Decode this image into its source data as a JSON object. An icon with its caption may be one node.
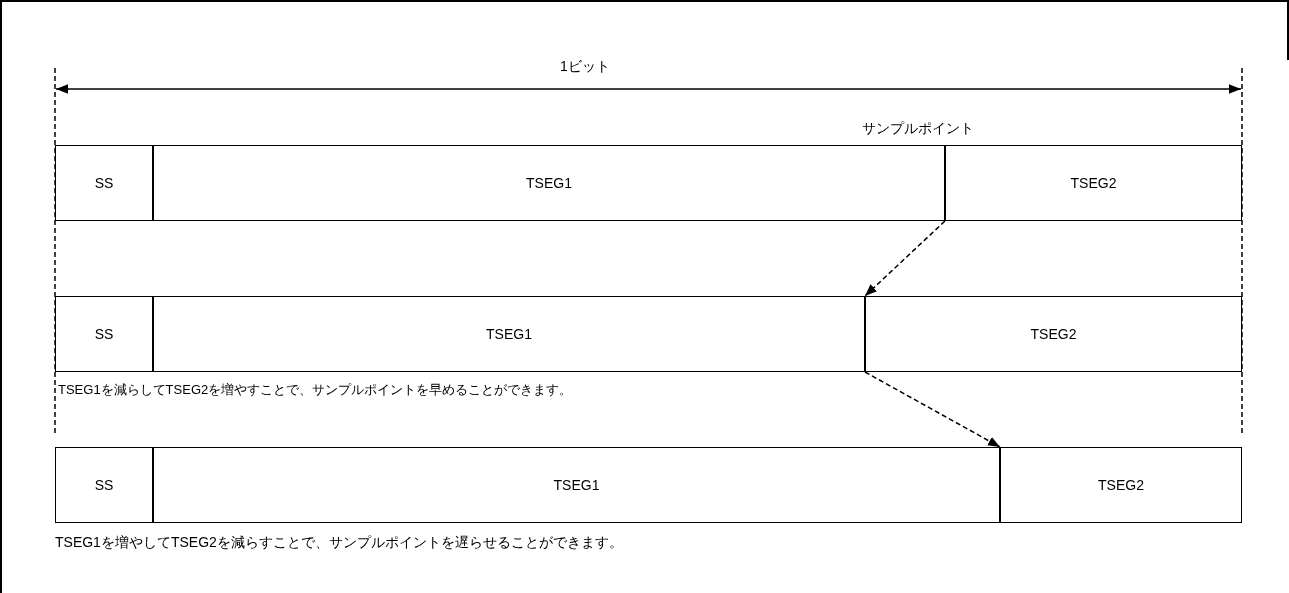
{
  "diagram": {
    "nodes": [
      {
        "text": [
          "SS"
        ]
      },
      {
        "text": [
          "TSEG1"
        ]
      },
      {
        "text": [
          "TSEG2"
        ]
      },
      {
        "text": [
          "SS"
        ]
      },
      {
        "text": [
          "TSEG1"
        ]
      },
      {
        "text": [
          "TSEG2"
        ]
      },
      {
        "text": [
          "SS"
        ]
      },
      {
        "text": [
          "TSEG1"
        ]
      },
      {
        "text": [
          "TSEG2"
        ]
      }
    ],
    "edges": [
      {
        "from": 1,
        "to": 4,
        "arrow": "to",
        "style": "dashed"
      },
      {
        "from": 4,
        "to": 7,
        "arrow": "to",
        "style": "dashed"
      }
    ],
    "labels": [
      "1ビット",
      "サンプルポイント",
      "TSEG1を減らしてTSEG2を増やすことで、サンプルポイントを早めることができます。",
      "TSEG1を増やしてTSEG2を減らすことで、サンプルポイントを遅らせることができます。"
    ]
  }
}
